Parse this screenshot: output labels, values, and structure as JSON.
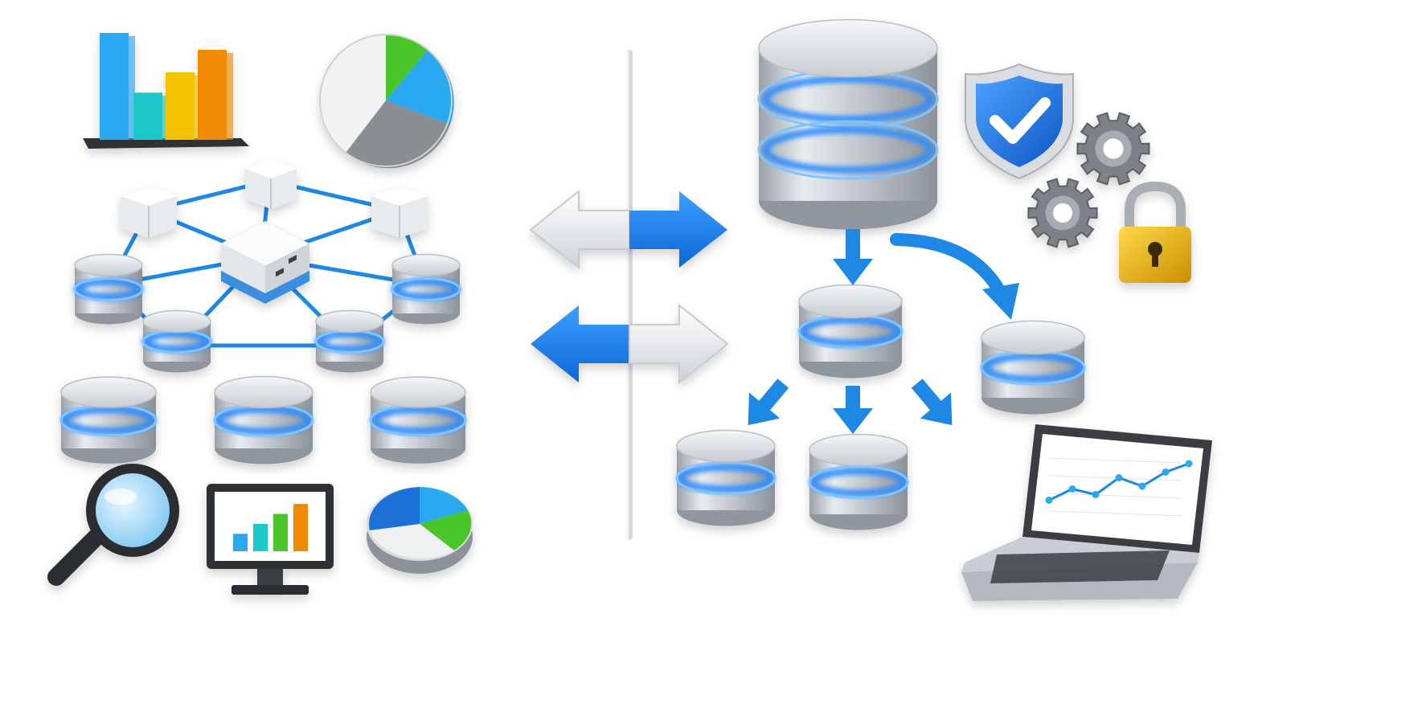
{
  "colors": {
    "background": "#ffffff",
    "accent_blue": "#1e88e5",
    "accent_light_blue": "#29a8f0",
    "silver": "#c9ced4",
    "silver_dark": "#8c939b",
    "glow_blue": "#2f8dff",
    "bar_teal": "#1ec8c8",
    "bar_yellow": "#f3c200",
    "bar_orange": "#f08a00",
    "bar_green": "#4cc62a",
    "pie_gray": "#8a8d91",
    "lock_gold": "#e9b820",
    "shield_blue": "#1f6fe0",
    "gear_gray": "#7c8288"
  },
  "icons": {
    "left_panel": [
      "bar-chart-icon",
      "pie-chart-icon",
      "network-hub-icon",
      "database-cylinder-icon",
      "magnifier-icon",
      "monitor-bar-chart-icon",
      "pie-chart-blue-icon"
    ],
    "center": [
      "sync-arrows-icon",
      "divider-pole-icon"
    ],
    "right_panel": [
      "master-database-icon",
      "shield-check-icon",
      "gear-icon",
      "padlock-icon",
      "replica-database-icon",
      "laptop-line-chart-icon"
    ]
  },
  "mini_charts": {
    "bar_chart_levels": [
      0.95,
      0.42,
      0.6,
      0.8
    ],
    "monitor_bar_levels": [
      0.35,
      0.55,
      0.75,
      0.95
    ],
    "laptop_line_points": [
      0.25,
      0.45,
      0.35,
      0.65,
      0.5,
      0.75,
      0.9
    ]
  }
}
